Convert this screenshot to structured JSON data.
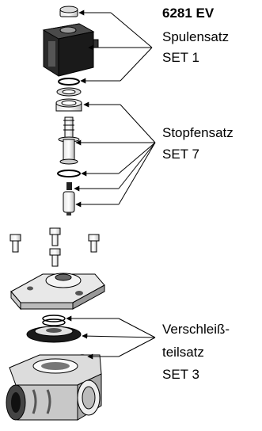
{
  "labels": {
    "coil": {
      "title": "6281 EV",
      "line1": "Spulensatz",
      "line2": "SET 1"
    },
    "plunger": {
      "line1": "Stopfensatz",
      "line2": "SET 7"
    },
    "wear": {
      "line1": "Verschleiß-",
      "line2": "teilsatz",
      "line3": "SET 3"
    }
  }
}
